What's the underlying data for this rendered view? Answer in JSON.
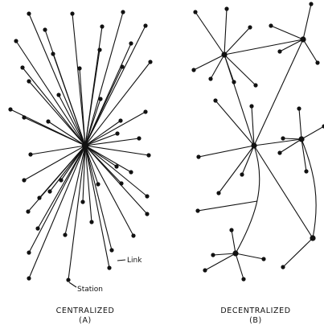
{
  "panels": [
    {
      "id": "centralized",
      "caption": "CENTRALIZED",
      "sublabel": "(A)"
    },
    {
      "id": "decentralized",
      "caption": "DECENTRALIZED",
      "sublabel": "(B)"
    }
  ],
  "annotations": {
    "link": "Link",
    "station": "Station"
  },
  "colors": {
    "ink": "#111111",
    "background": "#ffffff"
  }
}
